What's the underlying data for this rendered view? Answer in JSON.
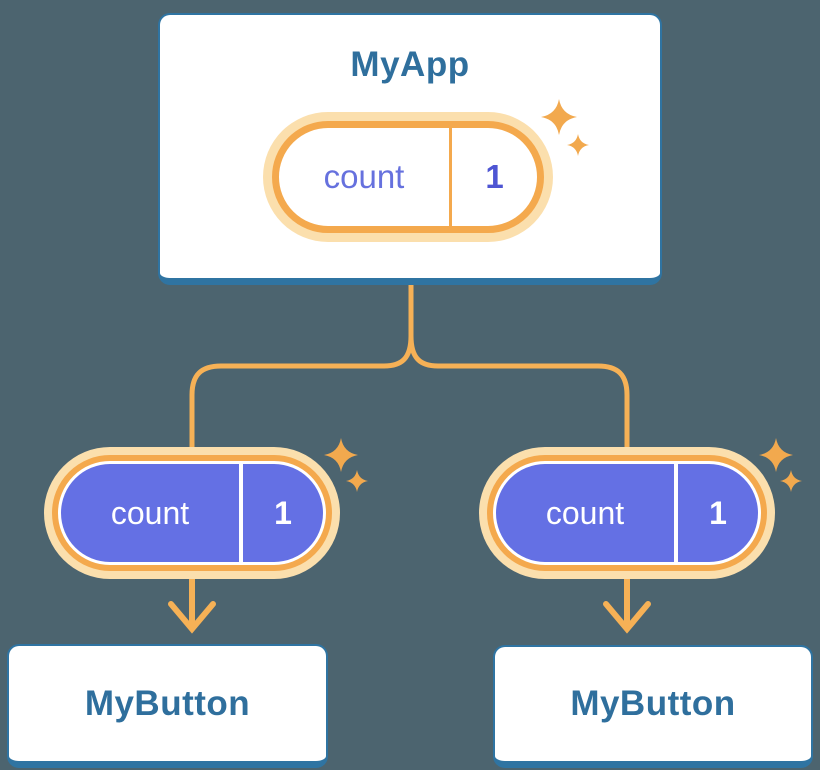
{
  "diagram": {
    "root": {
      "title": "MyApp",
      "pill": {
        "label": "count",
        "value": "1"
      }
    },
    "children": [
      {
        "title": "MyButton",
        "pill": {
          "label": "count",
          "value": "1"
        }
      },
      {
        "title": "MyButton",
        "pill": {
          "label": "count",
          "value": "1"
        }
      }
    ]
  },
  "colors": {
    "background": "#4C646F",
    "card_background": "#FFFFFF",
    "card_border_blue": "#2F74A2",
    "title_text_blue": "#2F6F9D",
    "pill_ring_orange": "#F4A94D",
    "pill_halo_orange": "#FBDFAD",
    "connector_orange": "#F6B156",
    "sparkle_orange": "#F2A94E",
    "prop_pill_purple": "#6470E4",
    "state_label_purple": "#6671DE",
    "state_value_purple": "#4E55D3"
  }
}
